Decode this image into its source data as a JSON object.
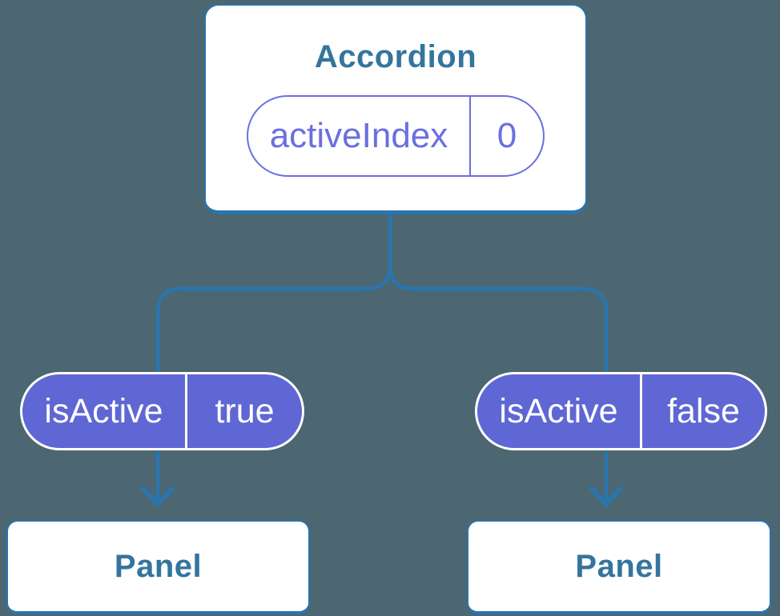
{
  "colors": {
    "bg": "#4C6771",
    "line": "#2B74AC",
    "card_border": "#2B74AC",
    "title_text": "#34759E",
    "pill_outline": "#6A6FE0",
    "pill_fill": "#5F67D4",
    "pill_text_on_fill": "#FFFFFF",
    "card_bg": "#FFFFFF"
  },
  "tree": {
    "root": {
      "title": "Accordion",
      "state_pill": {
        "label": "activeIndex",
        "value": "0"
      }
    },
    "props": [
      {
        "label": "isActive",
        "value": "true"
      },
      {
        "label": "isActive",
        "value": "false"
      }
    ],
    "children": [
      {
        "title": "Panel"
      },
      {
        "title": "Panel"
      }
    ]
  }
}
